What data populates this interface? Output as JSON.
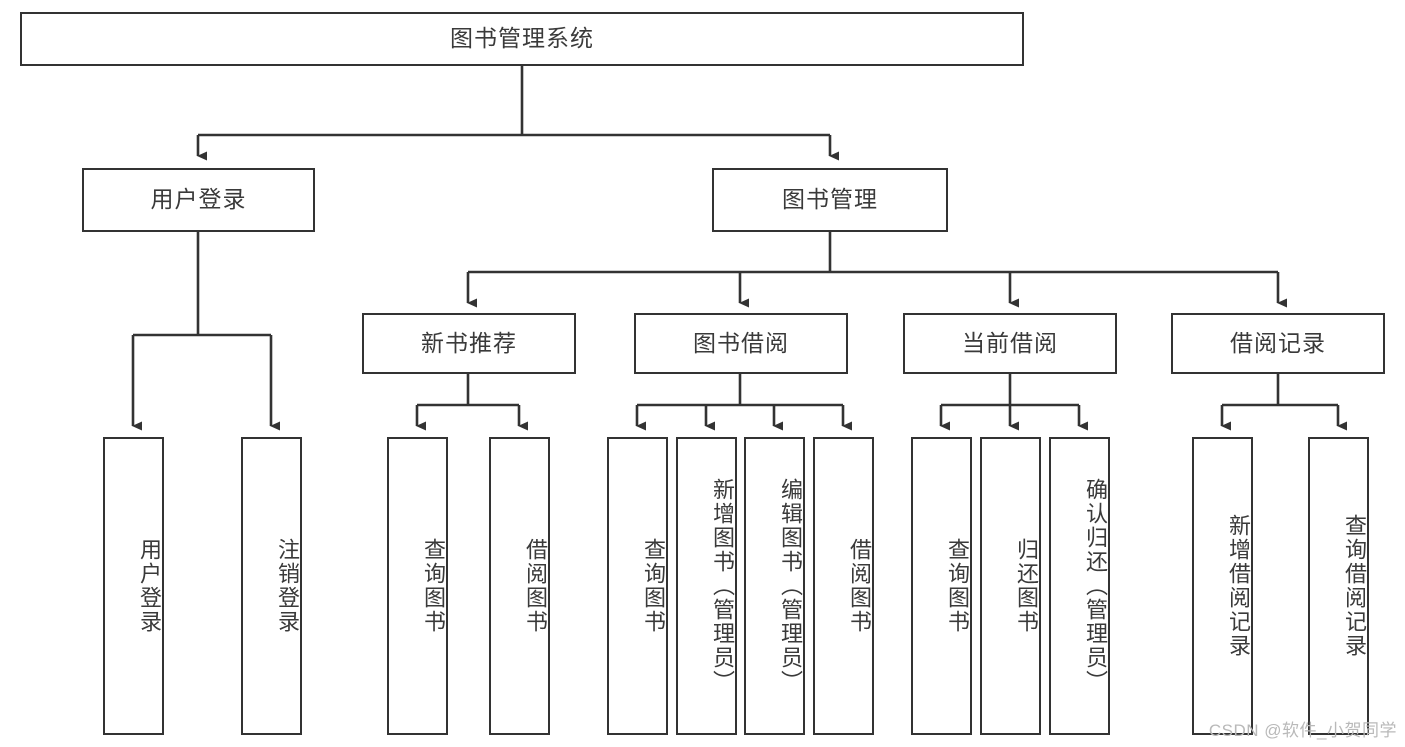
{
  "diagram": {
    "title": "图书管理系统",
    "type": "tree-hierarchy-chart",
    "watermark": "CSDN @软件_小贺同学",
    "colors": {
      "box_border": "#333333",
      "box_fill": "#ffffff",
      "text": "#3a3a3a",
      "connector": "#333333",
      "watermark": "#b9b9b9",
      "background": "#ffffff"
    },
    "root": {
      "label": "图书管理系统"
    },
    "level2": [
      {
        "label": "用户登录"
      },
      {
        "label": "图书管理"
      }
    ],
    "level3": [
      {
        "label": "新书推荐"
      },
      {
        "label": "图书借阅"
      },
      {
        "label": "当前借阅"
      },
      {
        "label": "借阅记录"
      }
    ],
    "leaves": [
      {
        "label": "用户登录",
        "parent": "用户登录"
      },
      {
        "label": "注销登录",
        "parent": "用户登录"
      },
      {
        "label": "查询图书",
        "parent": "新书推荐"
      },
      {
        "label": "借阅图书",
        "parent": "新书推荐"
      },
      {
        "label": "查询图书",
        "parent": "图书借阅"
      },
      {
        "label": "新增图书（管理员）",
        "parent": "图书借阅"
      },
      {
        "label": "编辑图书（管理员）",
        "parent": "图书借阅"
      },
      {
        "label": "借阅图书",
        "parent": "图书借阅"
      },
      {
        "label": "查询图书",
        "parent": "当前借阅"
      },
      {
        "label": "归还图书",
        "parent": "当前借阅"
      },
      {
        "label": "确认归还（管理员）",
        "parent": "当前借阅"
      },
      {
        "label": "新增借阅记录",
        "parent": "借阅记录"
      },
      {
        "label": "查询借阅记录",
        "parent": "借阅记录"
      }
    ]
  }
}
